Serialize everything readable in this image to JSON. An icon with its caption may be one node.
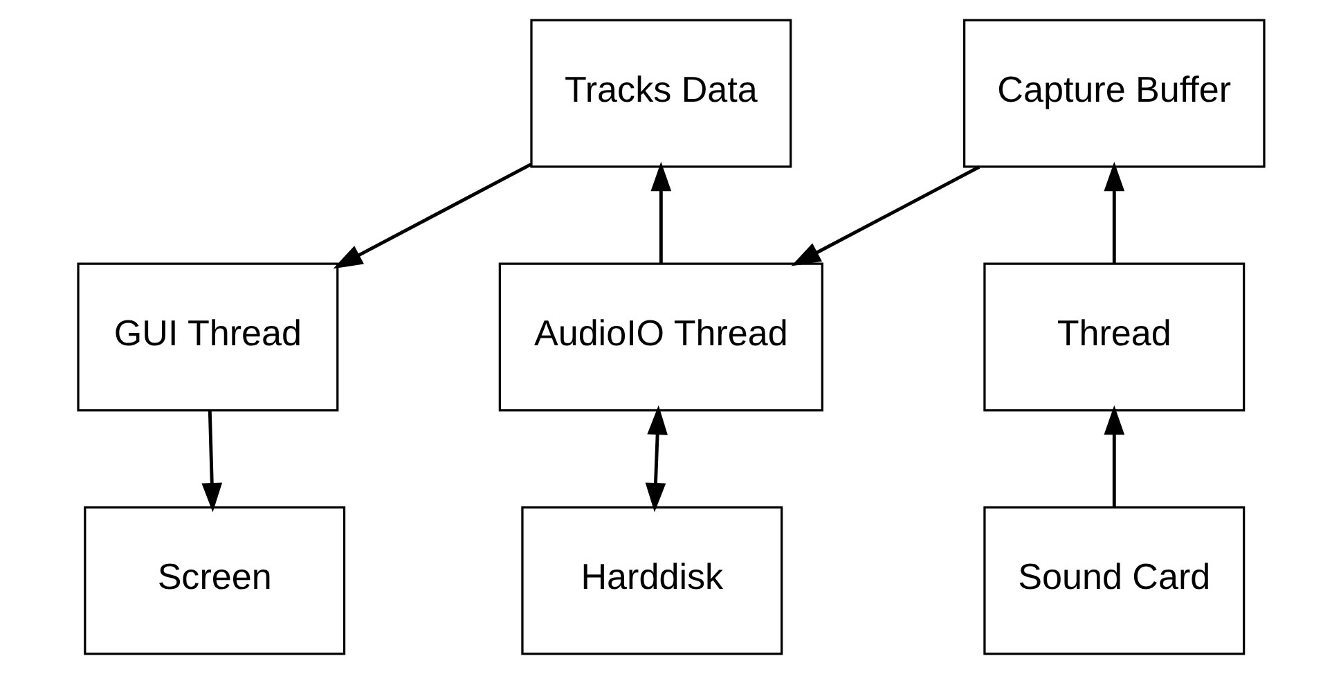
{
  "diagram": {
    "nodes": [
      {
        "text": [
          "Capture Buffer"
        ]
      },
      {
        "text": [
          "Tracks Data"
        ]
      },
      {
        "text": [
          "Thread"
        ]
      },
      {
        "text": [
          "AudioIO Thread"
        ]
      },
      {
        "text": [
          "GUI Thread"
        ]
      },
      {
        "text": [
          "Sound Card"
        ]
      },
      {
        "text": [
          "Harddisk"
        ]
      },
      {
        "text": [
          "Screen"
        ]
      }
    ],
    "edges": [
      {
        "from": 5,
        "to": 2,
        "arrow": "to"
      },
      {
        "from": 2,
        "to": 0,
        "arrow": "to"
      },
      {
        "from": 0,
        "to": 3,
        "arrow": "to"
      },
      {
        "from": 3,
        "to": 6,
        "arrow": "both"
      },
      {
        "from": 3,
        "to": 1,
        "arrow": "to"
      },
      {
        "from": 1,
        "to": 4,
        "arrow": "to"
      },
      {
        "from": 4,
        "to": 7,
        "arrow": "to"
      }
    ]
  }
}
